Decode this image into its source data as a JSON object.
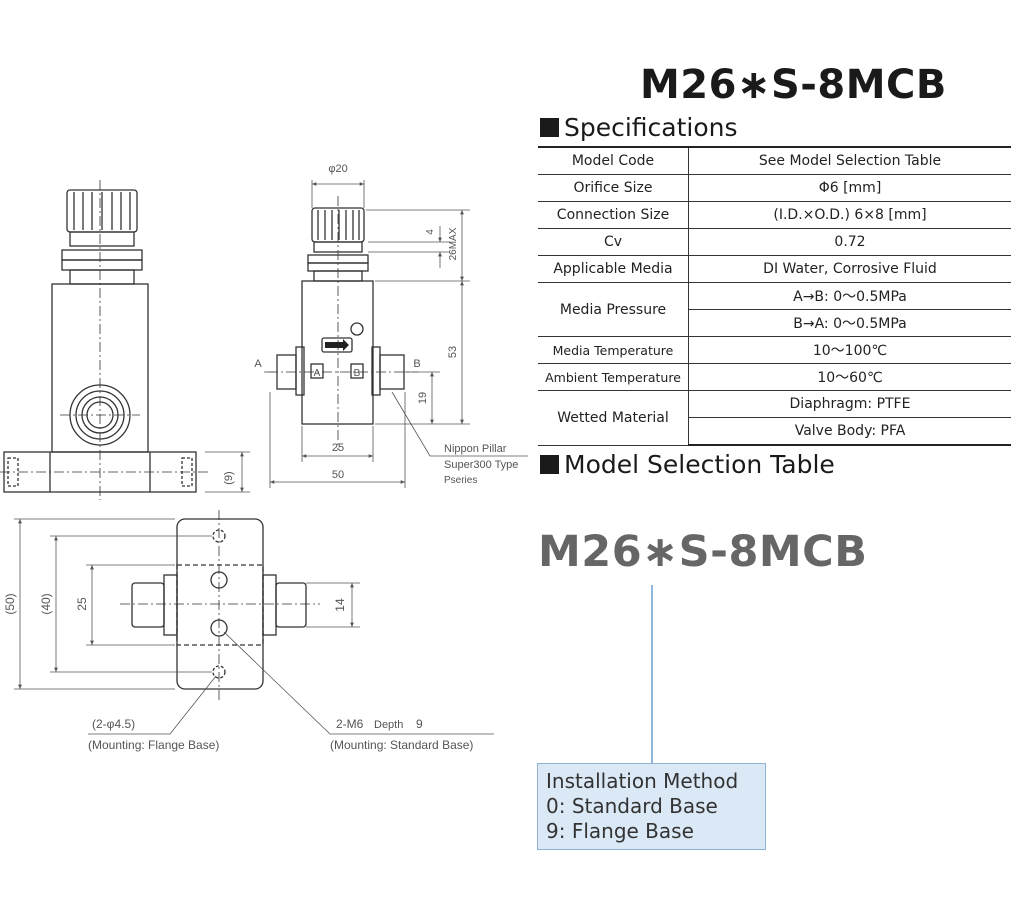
{
  "title": "M26∗S-8MCB",
  "specifications": {
    "heading": "Specifications",
    "rows": [
      {
        "label": "Model Code",
        "value": "See Model Selection Table"
      },
      {
        "label": "Orifice Size",
        "value": "Φ6 [mm]"
      },
      {
        "label": "Connection Size",
        "value": "(I.D.×O.D.) 6×8 [mm]"
      },
      {
        "label": "Cv",
        "value": "0.72"
      },
      {
        "label": "Applicable Media",
        "value": "DI Water, Corrosive Fluid"
      },
      {
        "label": "Media Pressure",
        "values": [
          "A→B: 0〜0.5MPa",
          "B→A: 0〜0.5MPa"
        ]
      },
      {
        "label": "Media Temperature",
        "value": "10〜100℃"
      },
      {
        "label": "Ambient Temperature",
        "value": "10〜60℃"
      },
      {
        "label": "Wetted Material",
        "values": [
          "Diaphragm: PTFE",
          "Valve Body: PFA"
        ]
      }
    ]
  },
  "model_selection": {
    "heading": "Model Selection Table",
    "code": "M26∗S-8MCB",
    "installation_box": {
      "title": "Installation Method",
      "options": [
        "0: Standard Base",
        "9: Flange Base"
      ]
    }
  },
  "drawing": {
    "dim_diameter": "φ20",
    "dim_4": "4",
    "dim_26max": "26MAX",
    "dim_53": "53",
    "dim_19": "19",
    "dim_25_front": "25",
    "dim_50_front": "50",
    "dim_9": "(9)",
    "port_a": "A",
    "port_b": "B",
    "port_a_tag": "A",
    "port_b_tag": "B",
    "fitting_note": [
      "Nippon Pillar",
      "Super300 Type",
      "Pseries"
    ],
    "dim_50_bottom": "(50)",
    "dim_40_bottom": "(40)",
    "dim_25_bottom": "25",
    "dim_14": "14",
    "hole_flange": "(2-φ4.5)",
    "hole_flange_note": "(Mounting: Flange Base)",
    "hole_standard": "2-M6",
    "hole_standard_depth": "Depth",
    "hole_standard_depth_val": "9",
    "hole_standard_note": "(Mounting: Standard Base)"
  }
}
